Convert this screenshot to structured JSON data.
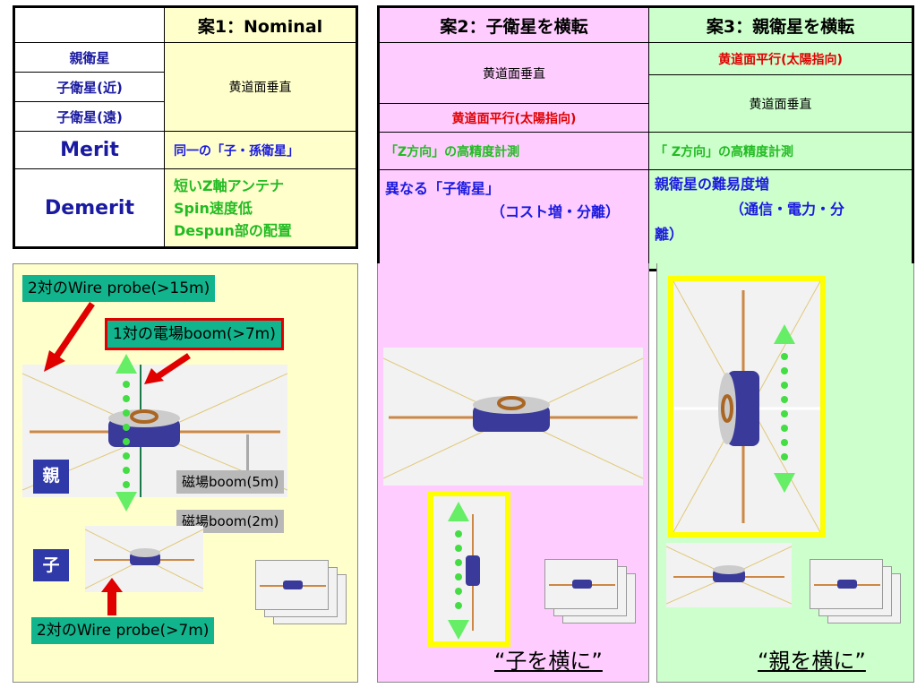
{
  "table1": {
    "header": "案1：Nominal",
    "rows": [
      {
        "label": "親衛星"
      },
      {
        "label": "子衛星(近)"
      },
      {
        "label": "子衛星(遠)"
      }
    ],
    "orientation": "黄道面垂直",
    "merit_label": "Merit",
    "merit_value": "同一の「子・孫衛星」",
    "demerit_label": "Demerit",
    "demerit_lines": [
      "短いZ軸アンテナ",
      "Spin速度低",
      "Despun部の配置"
    ]
  },
  "table2": {
    "case2_header": "案2：子衛星を横転",
    "case3_header": "案3：親衛星を横転",
    "case2_top": "黄道面垂直",
    "case2_bottom": "黄道面平行(太陽指向)",
    "case3_top": "黄道面平行(太陽指向)",
    "case3_bottom": "黄道面垂直",
    "case2_merit": "「Z方向」の高精度計測",
    "case3_merit": "「 Z方向」の高精度計測",
    "case2_demerit_1": "異なる「子衛星」",
    "case2_demerit_2": "（コスト増・分離）",
    "case3_demerit_1": "親衛星の難易度増",
    "case3_demerit_2": "（通信・電力・分",
    "case3_demerit_3": "離）"
  },
  "panel1": {
    "wire_probe_parent": "2対のWire probe(>15m)",
    "efield_boom": "1対の電場boom(>7m)",
    "parent_tag": "親",
    "child_tag": "子",
    "mag_boom_5": "磁場boom(5m)",
    "mag_boom_2": "磁場boom(2m)",
    "wire_probe_child": "2対のWire probe(>7m)"
  },
  "panel2": {
    "caption": "“子を横に”"
  },
  "panel3": {
    "caption": "“親を横に”"
  },
  "colors": {
    "panel1_bg": "#ffffcc",
    "panel2_bg": "#ffccff",
    "panel3_bg": "#ccffcc",
    "teal": "#11b48c",
    "arrow_red": "#e00000",
    "arrow_green": "#44dd44",
    "highlight_yellow": "#ffff00"
  }
}
